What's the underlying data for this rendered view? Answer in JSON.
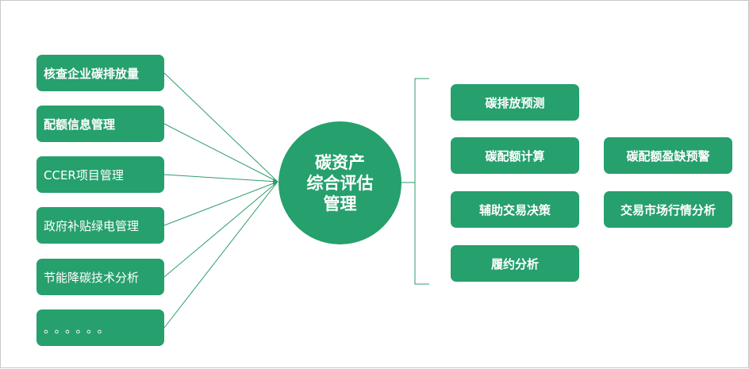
{
  "center": {
    "lines": [
      "碳资产",
      "综合评估",
      "管理"
    ]
  },
  "left_items": [
    {
      "label": "核查企业碳排放量",
      "bold": true
    },
    {
      "label": "配额信息管理",
      "bold": true
    },
    {
      "label": "CCER项目管理",
      "bold": false
    },
    {
      "label": "政府补贴绿电管理",
      "bold": false
    },
    {
      "label": "节能降碳技术分析",
      "bold": false
    },
    {
      "label": "。。。。。。",
      "bold": false
    }
  ],
  "right_items": {
    "col1": [
      "碳排放预测",
      "碳配额计算",
      "辅助交易决策",
      "履约分析"
    ],
    "col2": [
      "碳配额盈缺预警",
      "交易市场行情分析"
    ]
  },
  "colors": {
    "accent": "#26a06d",
    "line": "#2f9e6a"
  }
}
